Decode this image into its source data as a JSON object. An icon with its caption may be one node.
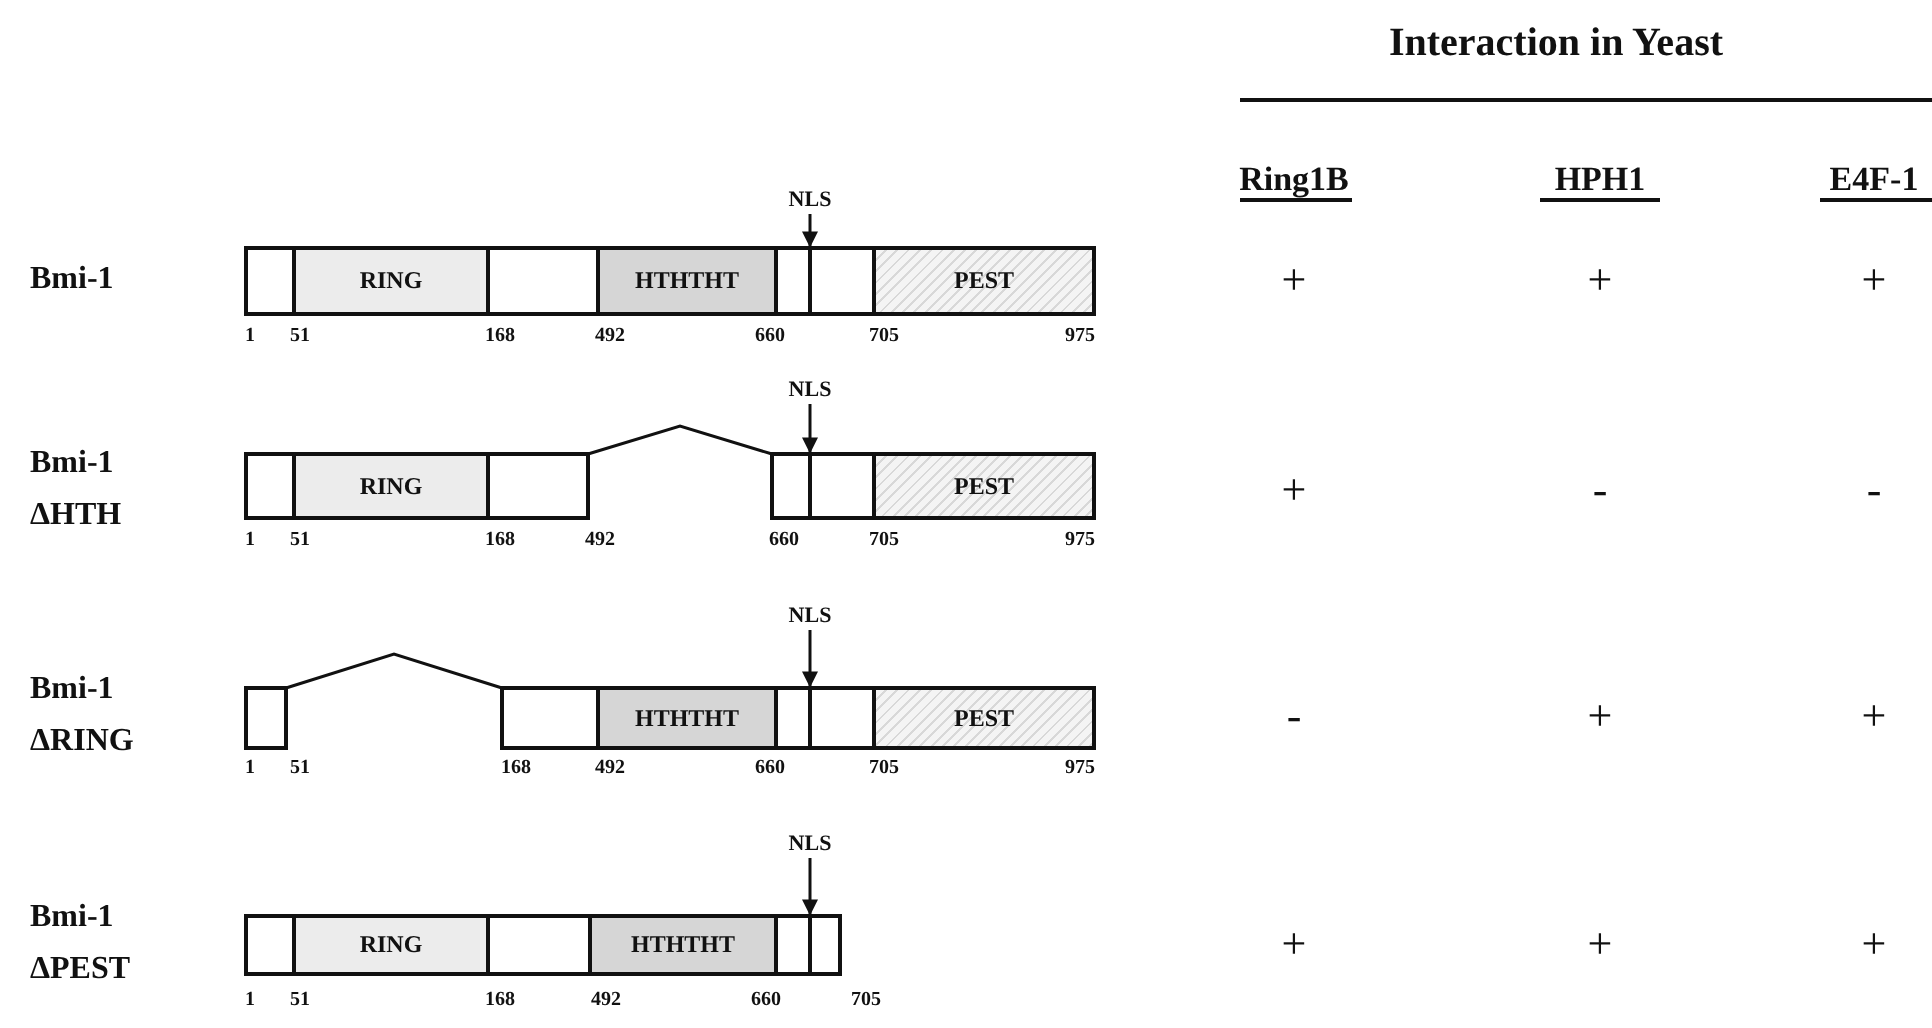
{
  "diagram": {
    "nodes": [
      {
        "text": [],
        "shape": "box"
      },
      {
        "text": [
          "RING"
        ]
      },
      {
        "text": [],
        "shape": "box"
      },
      {
        "text": [
          "HTHTHT"
        ]
      },
      {
        "text": [],
        "shape": "box"
      },
      {
        "text": [],
        "shape": "box"
      },
      {
        "text": [
          "PEST"
        ]
      },
      {
        "text": [
          "NLS"
        ]
      },
      {
        "text": [],
        "shape": "box"
      },
      {
        "text": [
          "RING"
        ]
      },
      {
        "text": [],
        "shape": "box"
      },
      {
        "text": [],
        "shape": "box"
      },
      {
        "text": [],
        "shape": "box"
      },
      {
        "text": [
          "PEST"
        ]
      },
      {
        "text": [
          "NLS"
        ]
      },
      {
        "text": [],
        "shape": "box"
      },
      {
        "text": [],
        "shape": "box"
      },
      {
        "text": [
          "HTHTHT"
        ]
      },
      {
        "text": [],
        "shape": "box"
      },
      {
        "text": [],
        "shape": "box"
      },
      {
        "text": [
          "PEST"
        ]
      },
      {
        "text": [
          "NLS"
        ]
      },
      {
        "text": [],
        "shape": "box"
      },
      {
        "text": [
          "RING"
        ]
      },
      {
        "text": [],
        "shape": "box"
      },
      {
        "text": [
          "HTHTHT"
        ]
      },
      {
        "text": [],
        "shape": "box"
      },
      {
        "text": [],
        "shape": "box"
      },
      {
        "text": [
          "NLS"
        ]
      }
    ],
    "edges": [
      {
        "from": 7,
        "to": 5,
        "arrow": "to"
      },
      {
        "from": 10,
        "to": 11,
        "arrow": "none"
      },
      {
        "from": 14,
        "to": 12,
        "arrow": "to"
      },
      {
        "from": 15,
        "to": 16,
        "arrow": "none"
      },
      {
        "from": 21,
        "to": 19,
        "arrow": "to"
      },
      {
        "from": 28,
        "to": 27,
        "arrow": "to"
      }
    ],
    "labels": [
      "Interaction in Yeast",
      "Ring1B",
      "HPH1",
      "E4F-1",
      "Bmi-1",
      "1",
      "51",
      "168",
      "492",
      "660",
      "705",
      "975",
      "+",
      "+",
      "+",
      "Bmi-1 ΔHTH",
      "1",
      "51",
      "168",
      "492",
      "660",
      "705",
      "975",
      "+",
      "-",
      "-",
      "Bmi-1 ΔRING",
      "1",
      "51",
      "168",
      "492",
      "660",
      "705",
      "975",
      "-",
      "+",
      "+",
      "Bmi-1 ΔPEST",
      "1",
      "51",
      "168",
      "492",
      "660",
      "705",
      "+",
      "+",
      "+"
    ]
  }
}
